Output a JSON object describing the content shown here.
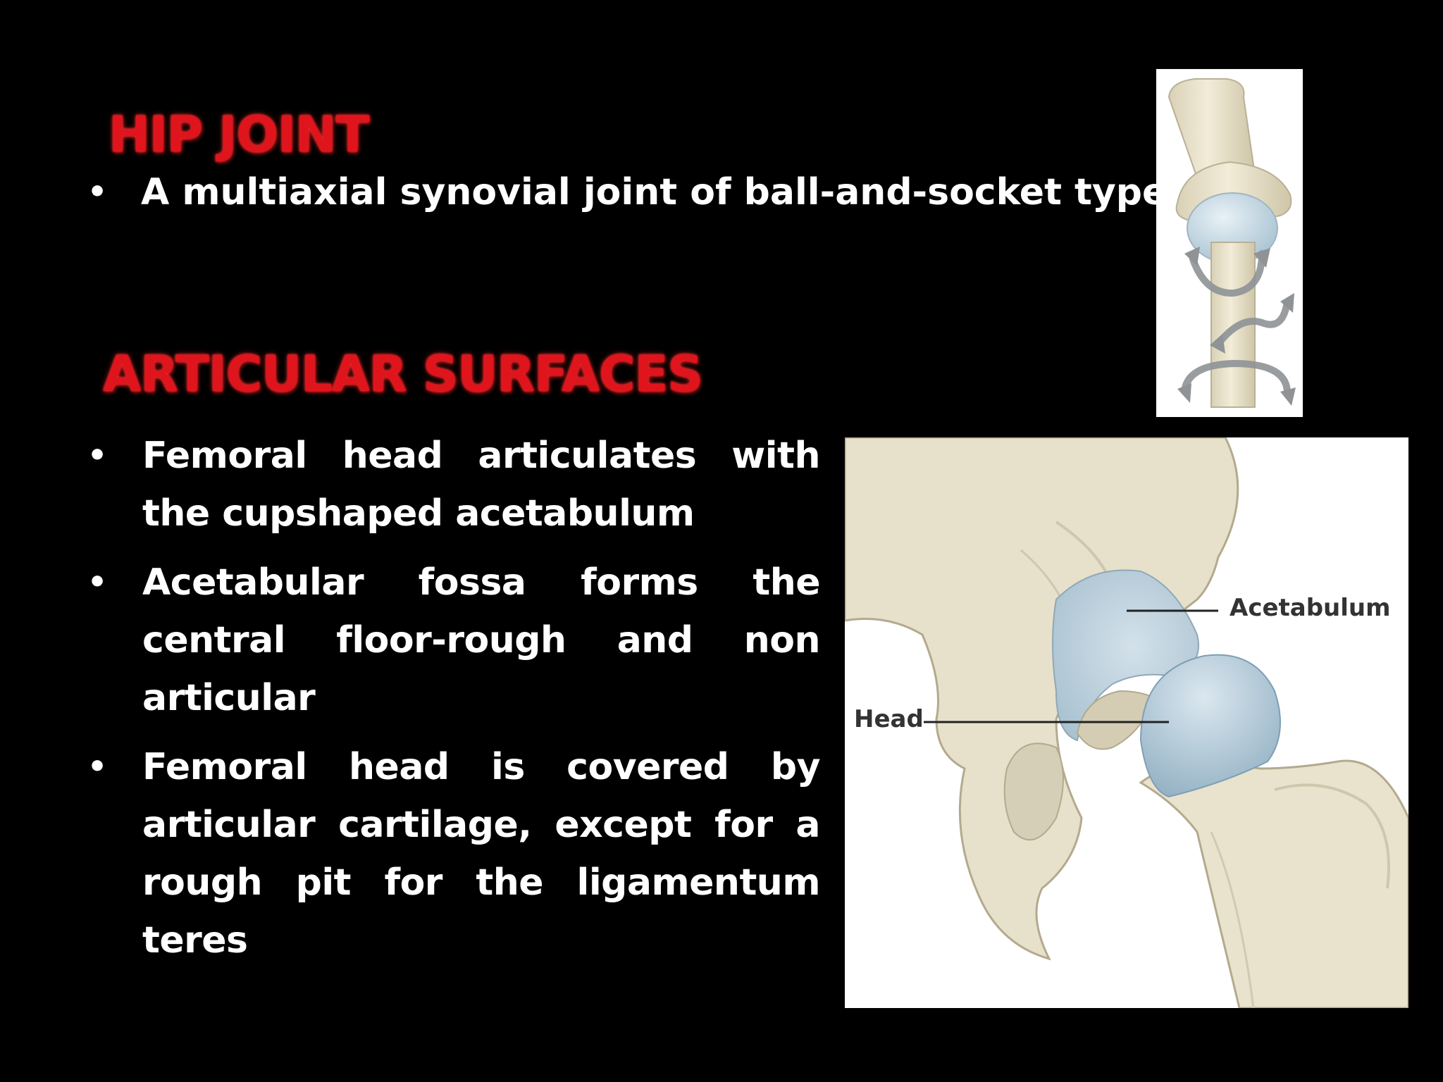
{
  "slide": {
    "title_1": "HIP JOINT",
    "intro_bullet": "A multiaxial synovial joint of ball-and-socket type",
    "title_2": "ARTICULAR SURFACES",
    "bullets": [
      "Femoral head articulates with the cupshaped acetabulum",
      "Acetabular fossa forms the central floor-rough and non articular",
      "Femoral head is covered by articular cartilage, except for a rough pit for the ligamentum teres"
    ]
  },
  "figure": {
    "labels": {
      "acetabulum": "Acetabulum",
      "head": "Head"
    }
  },
  "colors": {
    "background": "#000000",
    "heading": "#e0141c",
    "body_text": "#ffffff",
    "bone": "#e6dfca",
    "cartilage": "#b9cfdc"
  }
}
